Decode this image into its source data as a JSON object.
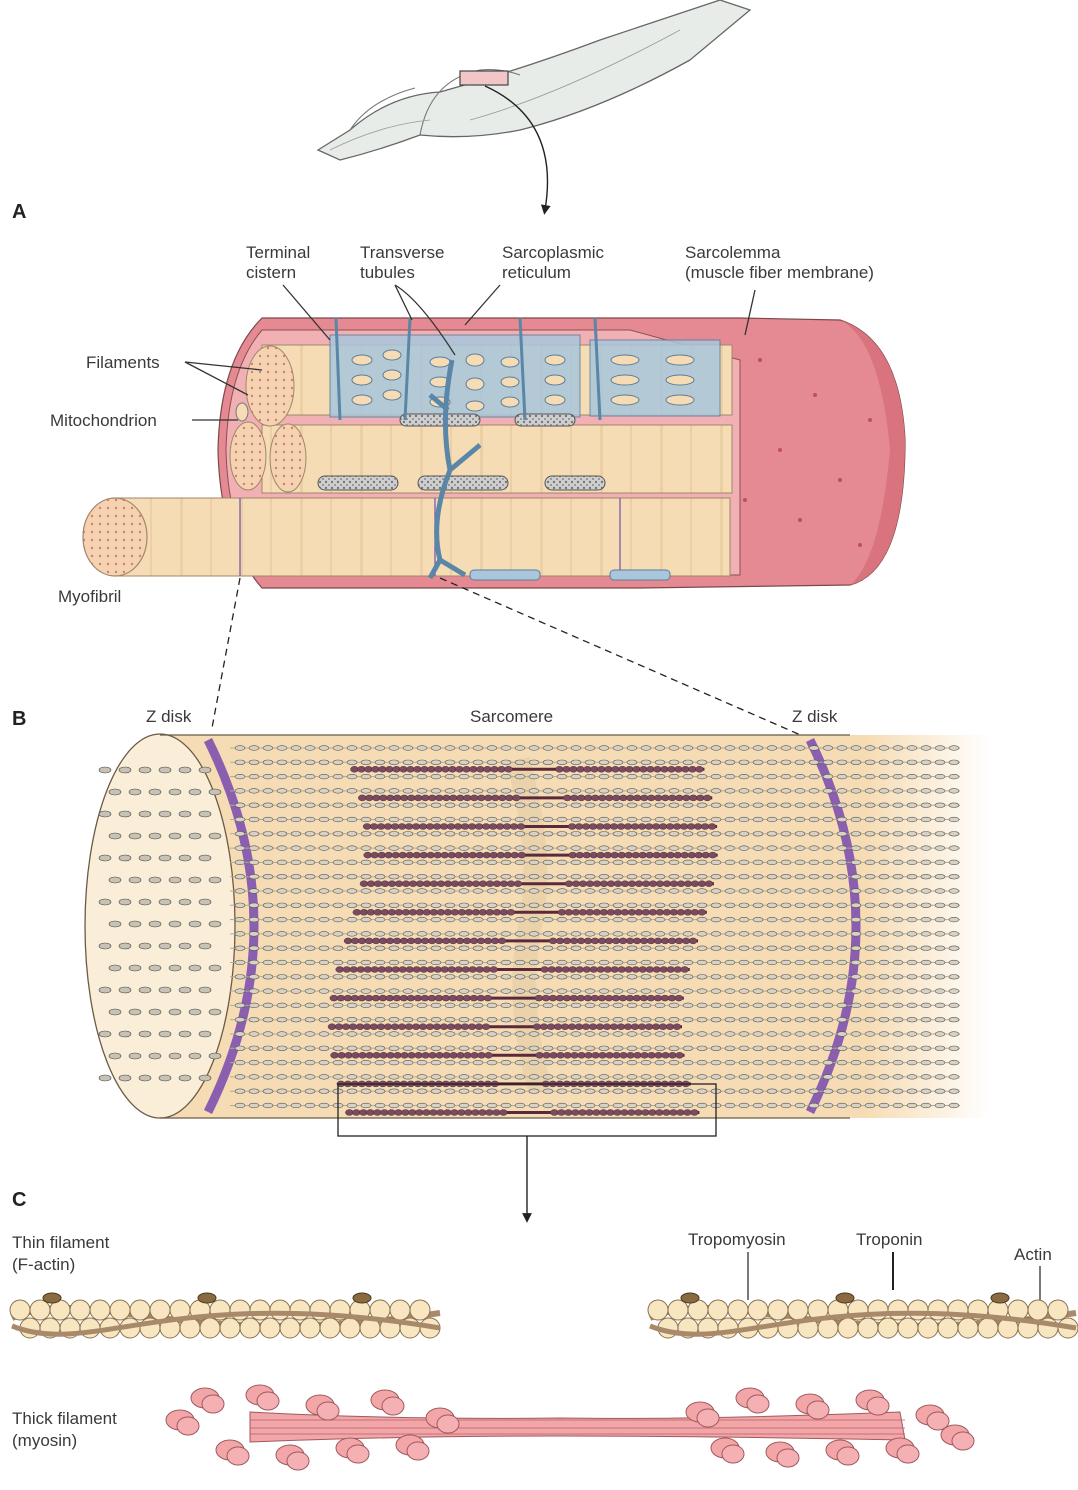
{
  "panels": {
    "a": "A",
    "b": "B",
    "c": "C"
  },
  "panel_a": {
    "terminal_cistern": [
      "Terminal",
      "cistern"
    ],
    "transverse_tubules": [
      "Transverse",
      "tubules"
    ],
    "sarcoplasmic_reticulum": [
      "Sarcoplasmic",
      "reticulum"
    ],
    "sarcolemma": [
      "Sarcolemma",
      "(muscle fiber membrane)"
    ],
    "filaments": "Filaments",
    "mitochondrion": "Mitochondrion",
    "myofibril": "Myofibril"
  },
  "panel_b": {
    "z_disk_left": "Z disk",
    "sarcomere": "Sarcomere",
    "z_disk_right": "Z disk"
  },
  "panel_c": {
    "thin_filament": [
      "Thin filament",
      "(F-actin)"
    ],
    "tropomyosin": "Tropomyosin",
    "troponin": "Troponin",
    "actin": "Actin",
    "thick_filament": [
      "Thick filament",
      "(myosin)"
    ]
  },
  "colors": {
    "sarcolemma": "#e58a92",
    "myofibril": "#f6dcb4",
    "reticulum": "#a9c6dc",
    "z_disk": "#8a5fb0",
    "myosin": "#f2a6a8",
    "myosin_b": "#6a4a5a"
  }
}
